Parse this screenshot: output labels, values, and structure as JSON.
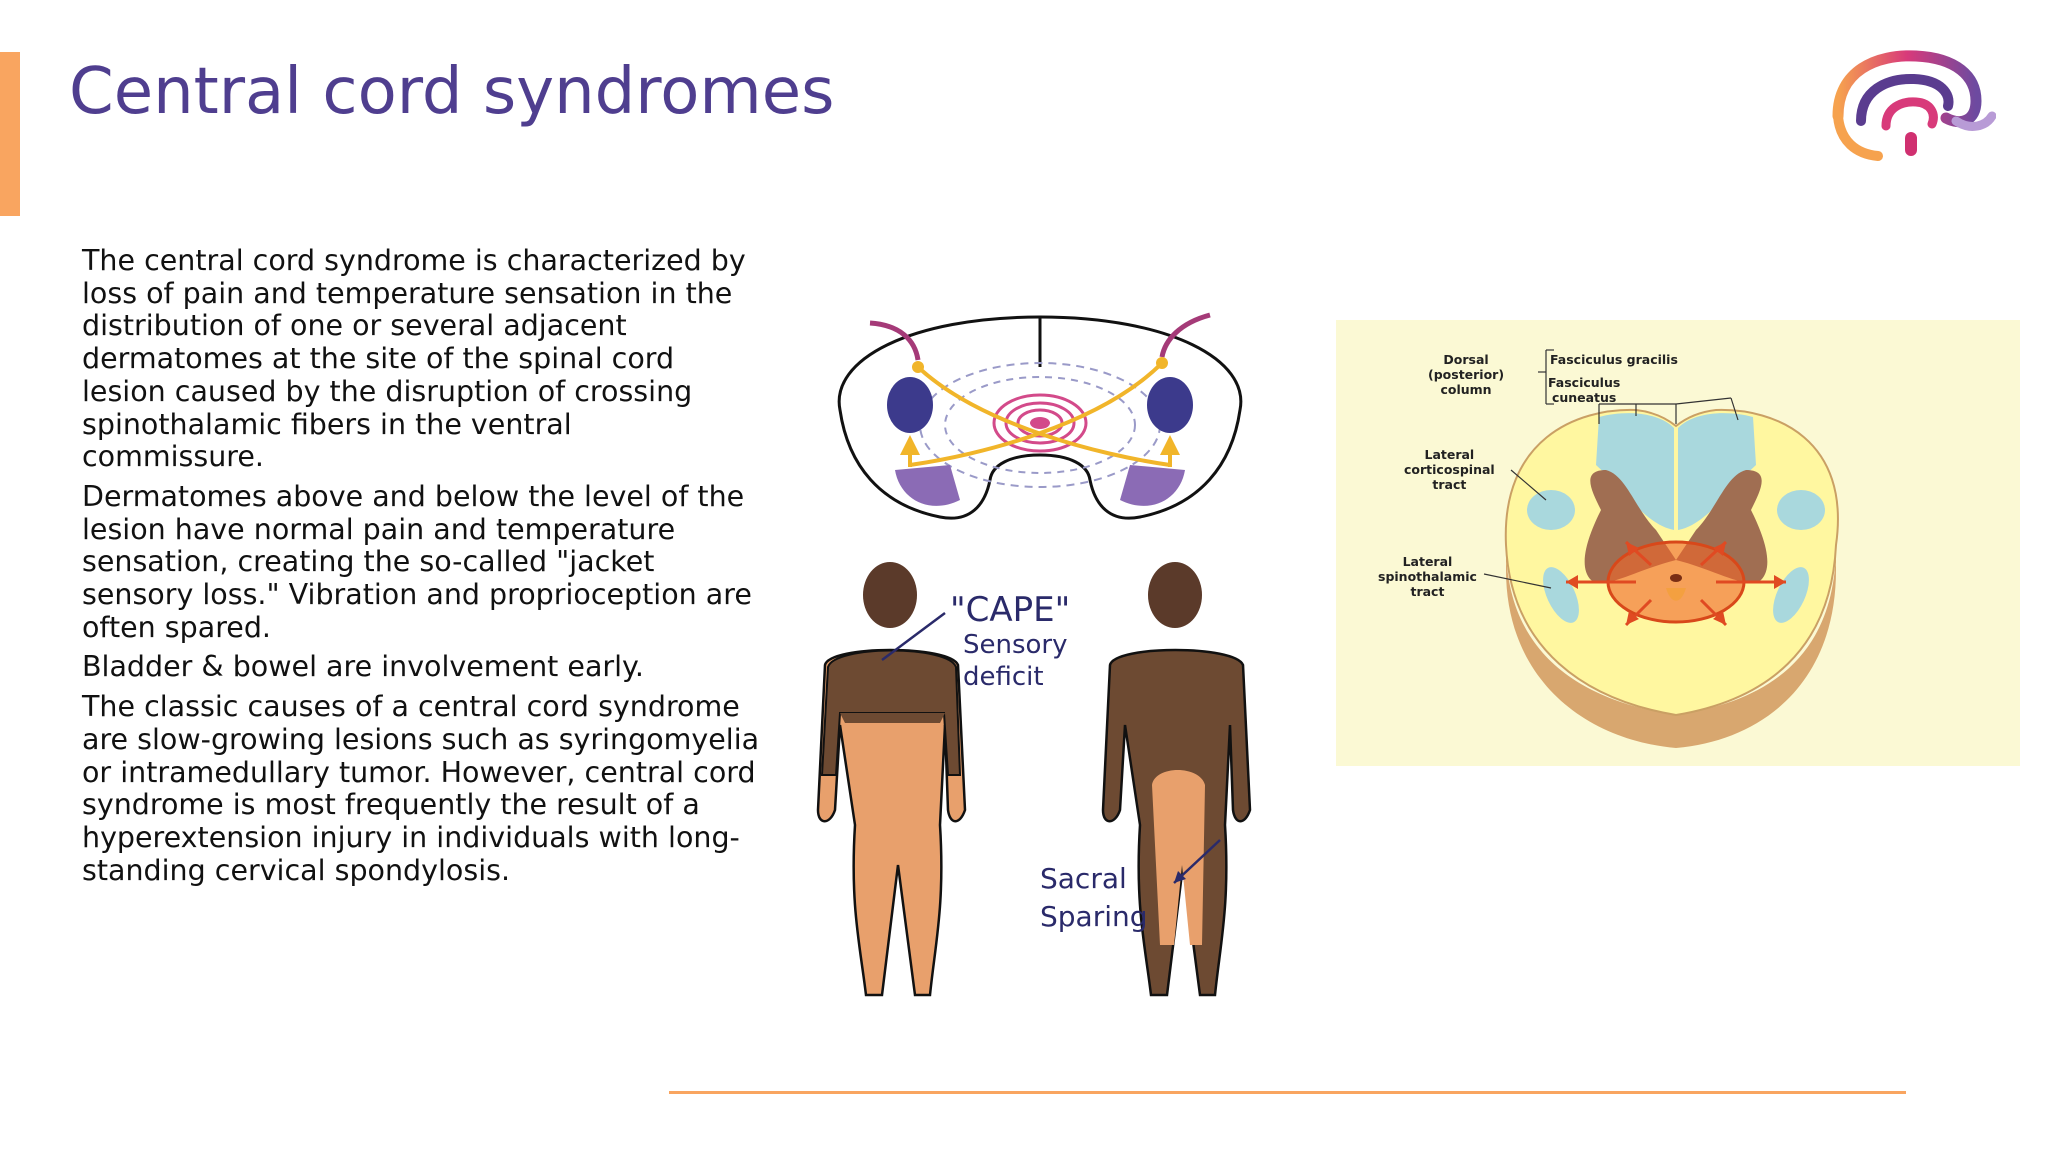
{
  "slide": {
    "title": "Central cord syndromes",
    "paragraphs": [
      "The central cord syndrome is characterized by loss of pain and temperature sensation in the distribution of one or several adjacent dermatomes at the site of the spinal cord lesion caused by the disruption of crossing spinothalamic fibers in the ventral commissure.",
      "Dermatomes above and below the level of the lesion have normal pain and temperature sensation, creating the so-called \"jacket sensory loss.\" Vibration and proprioception are often spared.",
      "Bladder & bowel are involvement early.",
      "The classic causes of a central cord syndrome are slow-growing lesions such as syringomyelia or intramedullary tumor. However, central cord syndrome is most frequently the result of a hyperextension injury in individuals with long-standing cervical spondylosis."
    ]
  },
  "figure_left": {
    "cape_label": "\"CAPE\"",
    "sensory_label": "Sensory",
    "deficit_label": "deficit",
    "sacral_label": "Sacral",
    "sparing_label": "Sparing"
  },
  "figure_right": {
    "dorsal_label": [
      "Dorsal",
      "(posterior)",
      "column"
    ],
    "gracilis_label": "Fasciculus gracilis",
    "cuneatus_label": [
      "Fasciculus",
      "cuneatus"
    ],
    "corticospinal_label": [
      "Lateral",
      "corticospinal",
      "tract"
    ],
    "spinothalamic_label": [
      "Lateral",
      "spinothalamic",
      "tract"
    ]
  },
  "colors": {
    "title": "#4f3e8f",
    "accent": "#f9a560",
    "text": "#111111"
  }
}
